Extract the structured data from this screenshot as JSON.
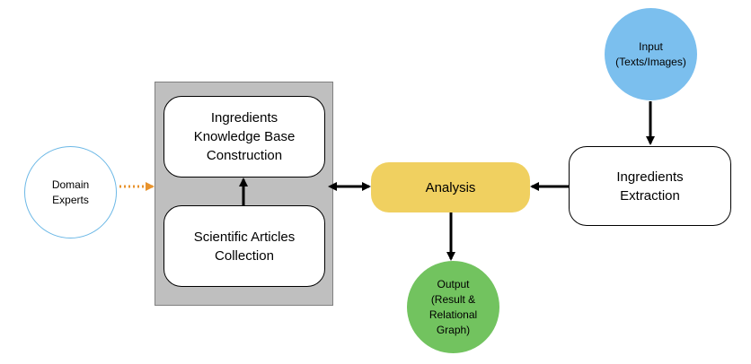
{
  "nodes": {
    "kb": "Ingredients\nKnowledge Base\nConstruction",
    "collection": "Scientific Articles\nCollection",
    "analysis": "Analysis",
    "extraction": "Ingredients\nExtraction",
    "domain_experts": "Domain\nExperts",
    "input": "Input\n(Texts/Images)",
    "output": "Output\n(Result &\nRelational\nGraph)"
  },
  "colors": {
    "panel": "#bfbfbf",
    "analysis": "#f0d060",
    "input": "#7bbfee",
    "output": "#72c35f",
    "experts_border": "#6cb8e6",
    "dotted_arrow": "#e8932d"
  }
}
